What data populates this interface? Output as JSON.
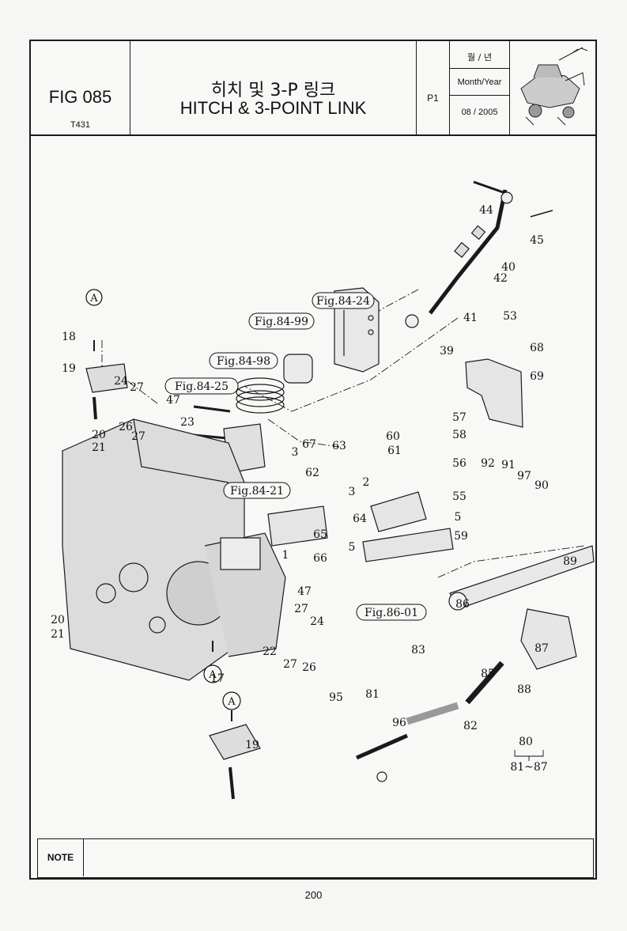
{
  "header": {
    "fig_number": "FIG 085",
    "model_code": "T431",
    "title_korean": "히치 및 3-P 링크",
    "title_english": "HITCH & 3-POINT LINK",
    "page": "P1",
    "date_label_korean": "월 / 년",
    "date_label_english": "Month/Year",
    "date_value": "08 / 2005"
  },
  "references": {
    "ref_84_24": "Fig.84-24",
    "ref_84_99": "Fig.84-99",
    "ref_84_98": "Fig.84-98",
    "ref_84_25": "Fig.84-25",
    "ref_84_21": "Fig.84-21",
    "ref_86_01": "Fig.86-01"
  },
  "parts": {
    "p44": "44",
    "p45": "45",
    "p40": "40",
    "p42": "42",
    "p41": "41",
    "p53": "53",
    "p39": "39",
    "p18": "18",
    "p19": "19",
    "p24": "24",
    "p27": "27",
    "p47": "47",
    "p26": "26",
    "p23": "23",
    "p20": "20",
    "p21": "21",
    "p68": "68",
    "p69": "69",
    "p57": "57",
    "p58": "58",
    "p60": "60",
    "p61": "61",
    "p56": "56",
    "p67": "67",
    "p63": "63",
    "p3": "3",
    "p62": "62",
    "p2": "2",
    "p92": "92",
    "p91": "91",
    "p97": "97",
    "p90": "90",
    "p55": "55",
    "p5": "5",
    "p64": "64",
    "p65": "65",
    "p59": "59",
    "p1": "1",
    "p66": "66",
    "p89": "89",
    "p86": "86",
    "p22": "22",
    "p83": "83",
    "p87": "87",
    "p85": "85",
    "p17": "17",
    "p88": "88",
    "p95": "95",
    "p81": "81",
    "p96": "96",
    "p82": "82",
    "p80": "80",
    "p81_87": "81~87"
  },
  "callouts": {
    "a": "A"
  },
  "footer": {
    "note_label": "NOTE",
    "page_number": "200"
  }
}
